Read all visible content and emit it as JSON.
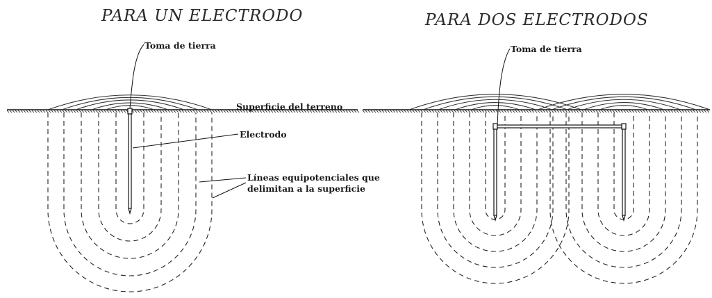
{
  "titles": {
    "one_electrode": "PARA UN ELECTRODO",
    "two_electrodes": "PARA DOS ELECTRODOS"
  },
  "labels": {
    "toma_left": "Toma de tierra",
    "toma_right": "Toma de tierra",
    "superficie": "Superficie del terreno",
    "electrodo": "Electrodo",
    "lineas_line1": "Líneas equipotenciales que",
    "lineas_line2": "delimitan a la superficie"
  }
}
